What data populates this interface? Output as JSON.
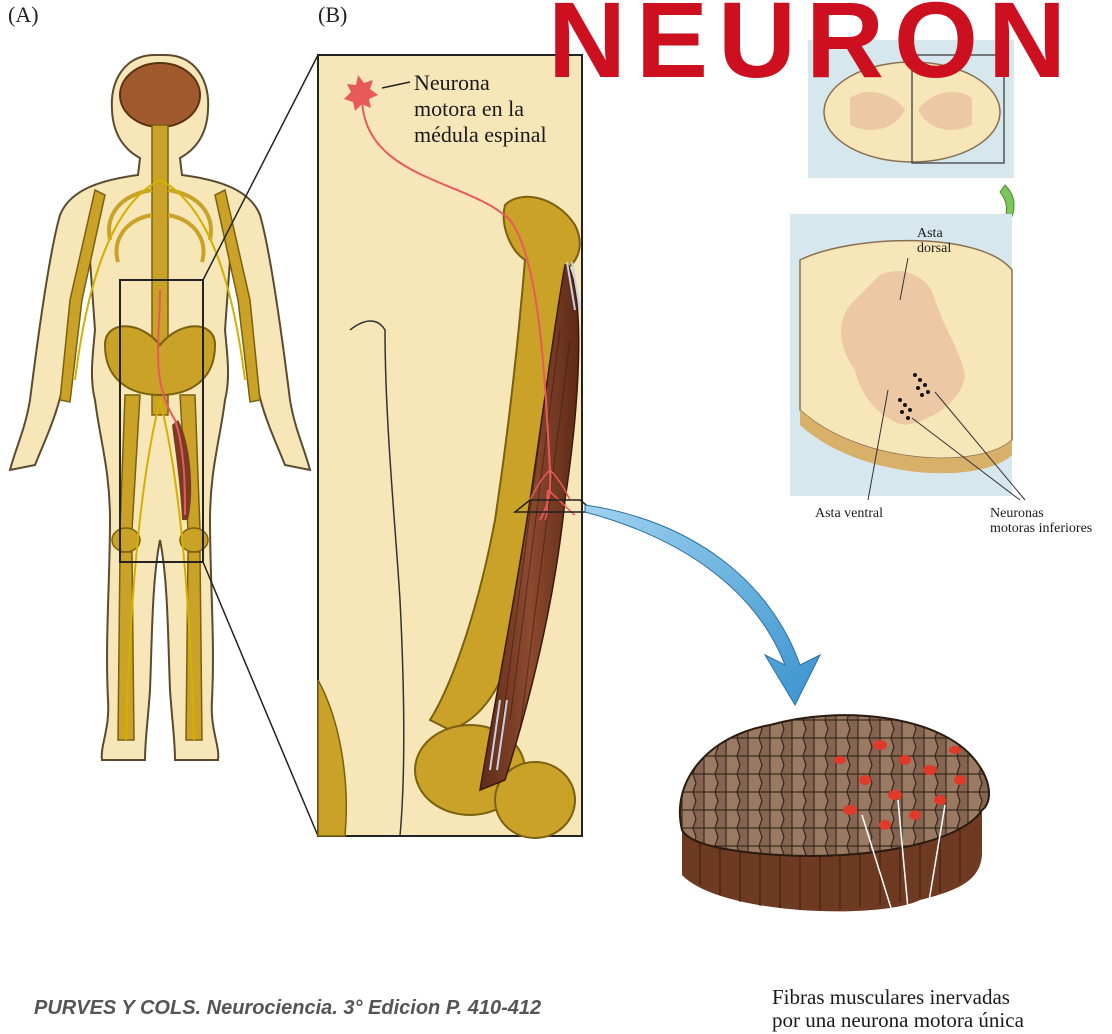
{
  "title": "NEURON",
  "panel_a_label": "(A)",
  "panel_b_label": "(B)",
  "neuron_label": [
    "Neurona",
    "motora en la",
    "médula espinal"
  ],
  "asta_dorsal": [
    "Asta",
    "dorsal"
  ],
  "asta_ventral": "Asta ventral",
  "neuronas_motoras": [
    "Neuronas",
    "motoras inferiores"
  ],
  "fibras_label": [
    "Fibras musculares inervadas",
    "por una neurona motora única"
  ],
  "citation": "PURVES Y COLS. Neurociencia. 3° Edicion P. 410-412",
  "colors": {
    "title_red": "#cc1020",
    "bone_yellow": "#c9a227",
    "skin": "#f7e7b8",
    "muscle_brown": "#7a3b24",
    "nerve_red": "#e85a5a",
    "panel_blue": "#d6e7ee",
    "arrow_blue": "#5aaee0",
    "arrow_green": "#7ac75a"
  }
}
